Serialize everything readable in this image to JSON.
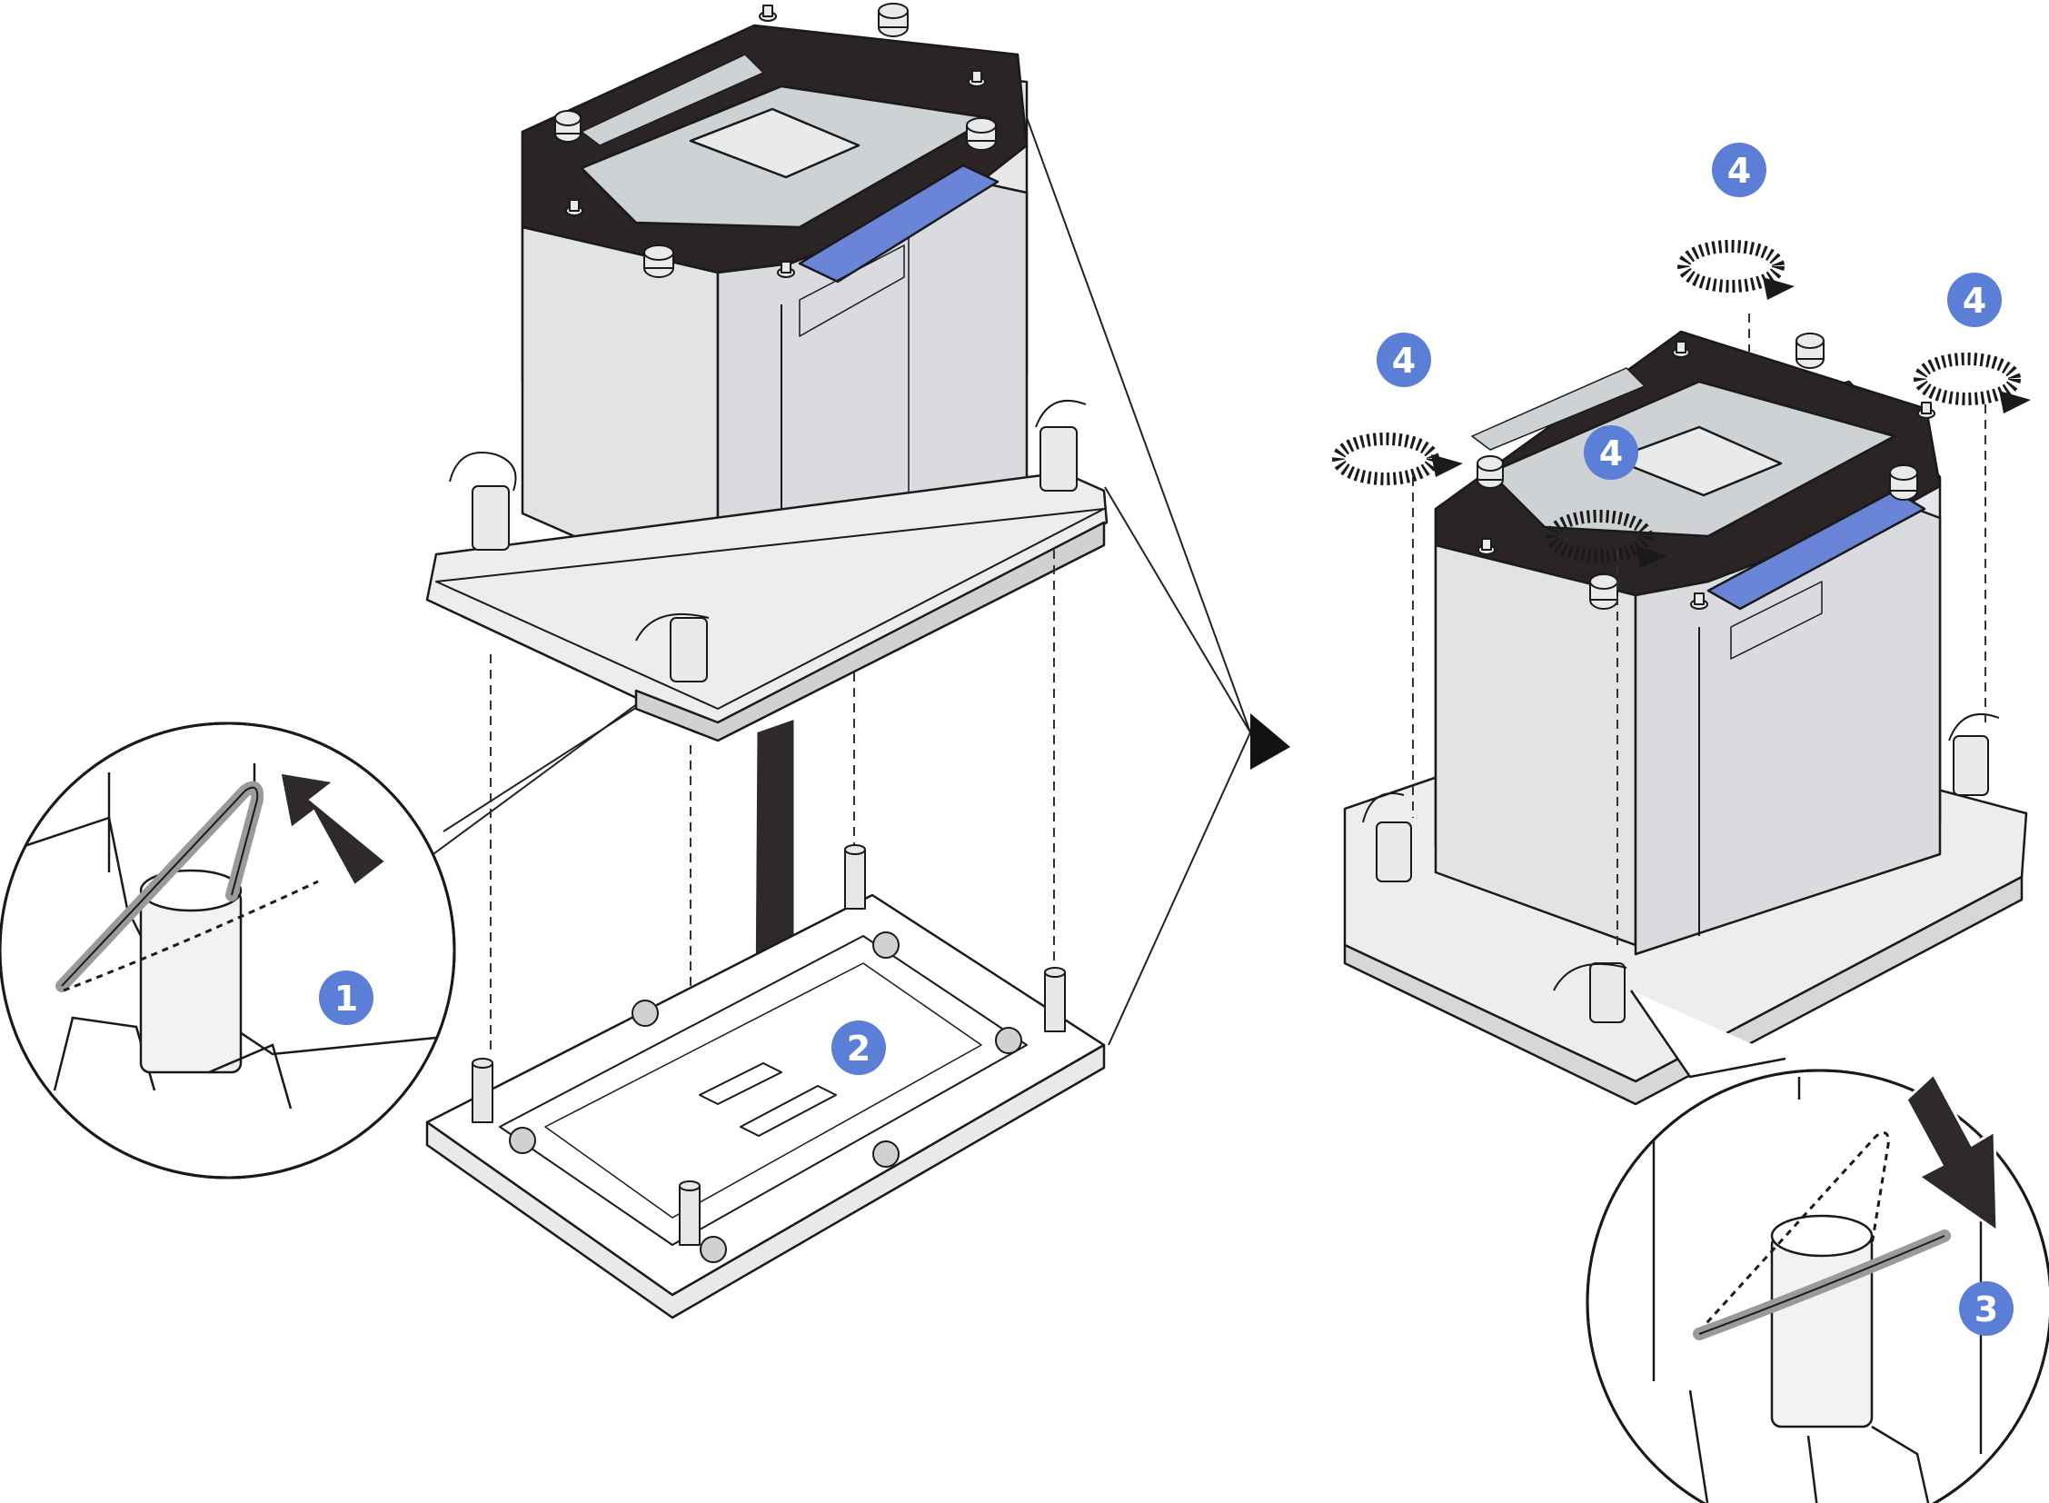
{
  "callouts": [
    {
      "label": "1",
      "step": "lift-handles-up"
    },
    {
      "label": "2",
      "step": "lower-onto-socket"
    },
    {
      "label": "3",
      "step": "rotate-handles-down"
    },
    {
      "label": "4",
      "step": "tighten-nut-front-left"
    },
    {
      "label": "4",
      "step": "tighten-nut-back"
    },
    {
      "label": "4",
      "step": "tighten-nut-right"
    },
    {
      "label": "4",
      "step": "tighten-nut-front-center"
    }
  ],
  "colors": {
    "callout": "#5b7fd6",
    "label_plate": "#6a85d8",
    "heatsink_gray": "#e3e5e7",
    "bracket_dark": "#2a2424",
    "arrow_dark": "#2f2a2a",
    "outline": "#1a1a1a"
  },
  "icons": [
    "heatsink-icon",
    "processor-socket-icon",
    "rotate-icon",
    "arrow-down-icon",
    "arrow-up-icon",
    "magnifier-callout-icon"
  ]
}
